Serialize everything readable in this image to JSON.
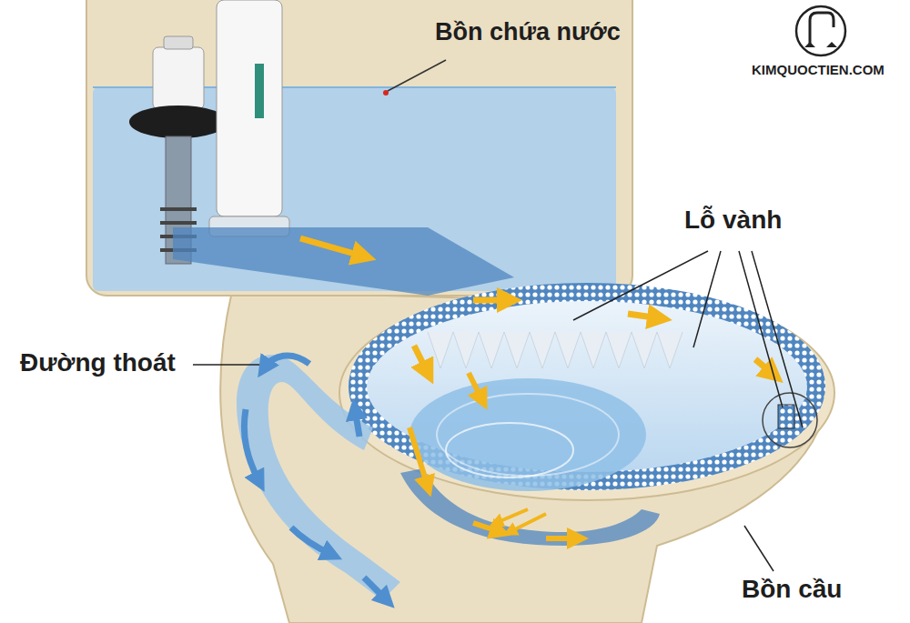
{
  "diagram": {
    "labels": [
      "Bồn chứa nước",
      "Lỗ vành",
      "Đường thoát",
      "Bồn cầu",
      "KIMQUOCTIEN.COM"
    ]
  }
}
